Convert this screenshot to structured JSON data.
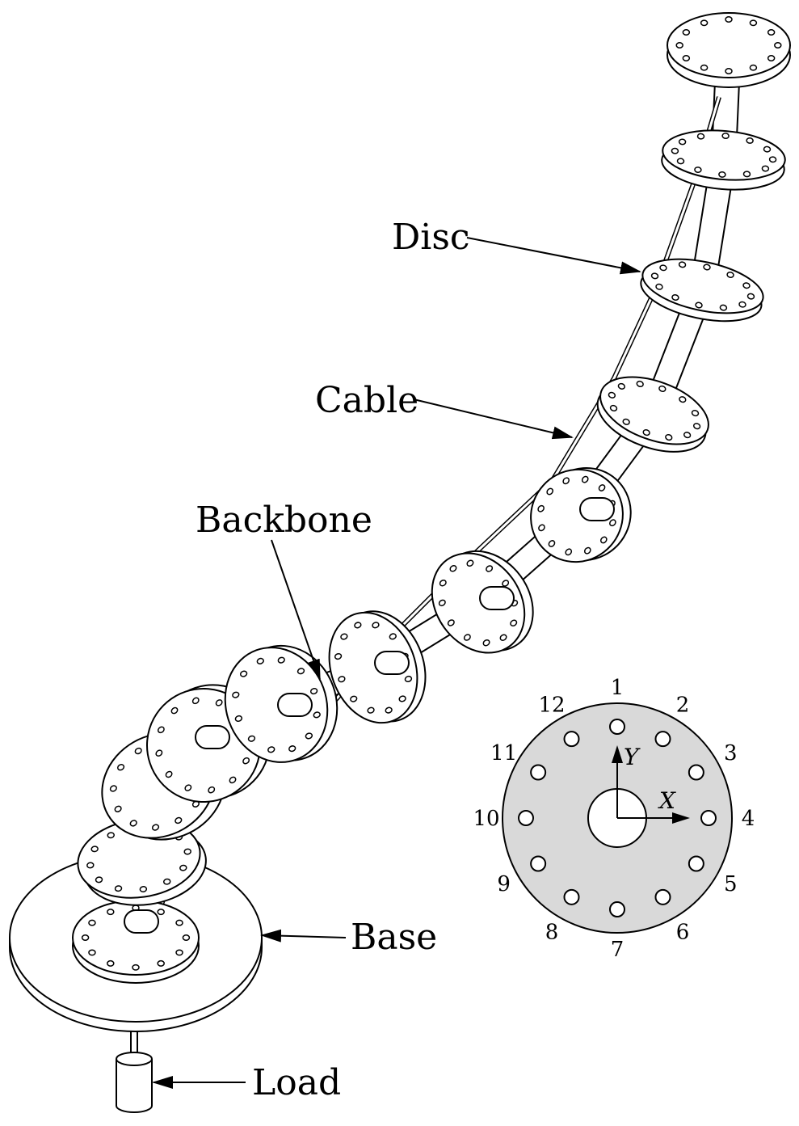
{
  "labels": {
    "disc": "Disc",
    "cable": "Cable",
    "backbone": "Backbone",
    "base": "Base",
    "load": "Load"
  },
  "cross_section": {
    "hole_numbers": [
      "1",
      "2",
      "3",
      "4",
      "5",
      "6",
      "7",
      "8",
      "9",
      "10",
      "11",
      "12"
    ],
    "x_axis": "X",
    "y_axis": "Y",
    "fill_color": "#d9d9d9"
  }
}
